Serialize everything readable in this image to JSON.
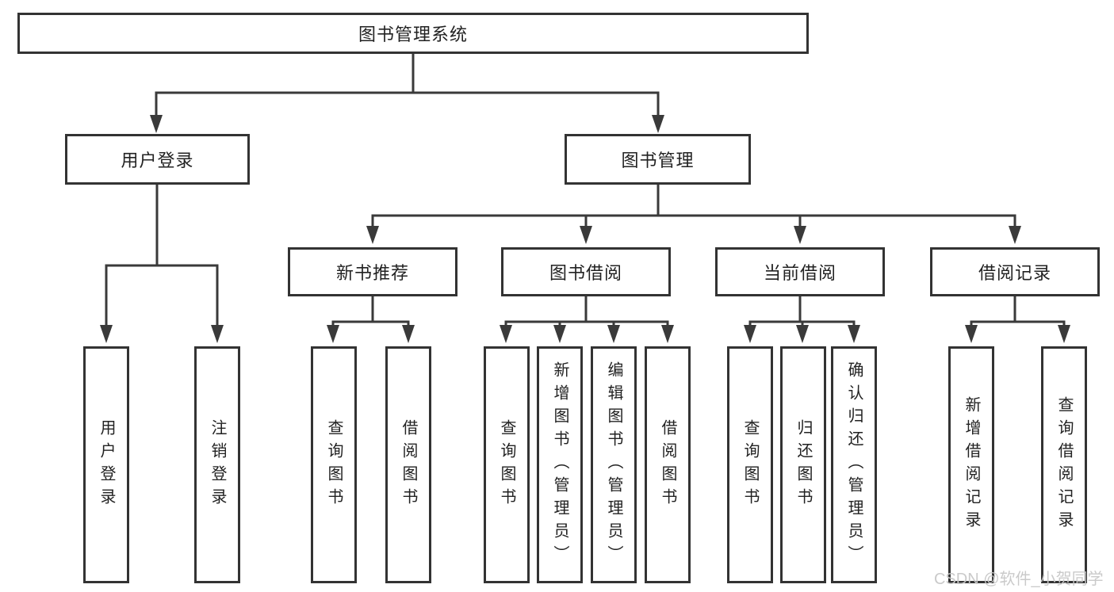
{
  "nodes": {
    "root": "图书管理系统",
    "user_login": "用户登录",
    "book_management": "图书管理",
    "login_leaves": [
      "用户登录",
      "注销登录"
    ],
    "modules": [
      "新书推荐",
      "图书借阅",
      "当前借阅",
      "借阅记录"
    ],
    "new_book_leaves": [
      "查询图书",
      "借阅图书"
    ],
    "borrow_leaves": [
      "查询图书",
      "新增图书（管理员）",
      "编辑图书（管理员）",
      "借阅图书"
    ],
    "current_leaves": [
      "查询图书",
      "归还图书",
      "确认归还（管理员）"
    ],
    "record_leaves": [
      "新增借阅记录",
      "查询借阅记录"
    ]
  },
  "watermark": "CSDN @软件_小贺同学",
  "colors": {
    "line": "#3a3a3a",
    "border": "#333333",
    "text": "#222222",
    "watermark": "#c8c8c8",
    "background": "#ffffff"
  }
}
